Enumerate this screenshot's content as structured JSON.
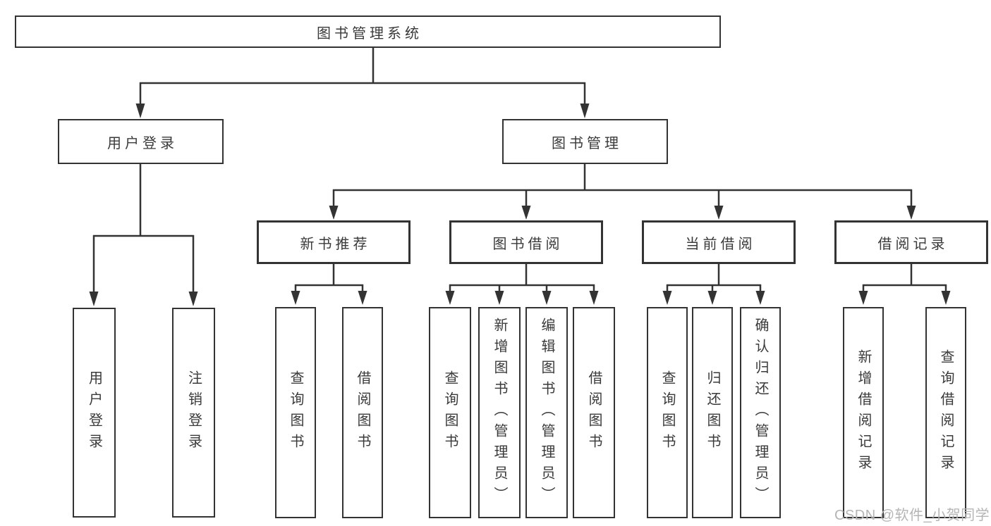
{
  "colors": {
    "line": "#333333",
    "text": "#3a3a3a",
    "watermark": "#b5b5b5",
    "background": "#ffffff"
  },
  "tree": {
    "label": "图书管理系统",
    "children": [
      {
        "label": "用户登录",
        "children": [
          {
            "label": "用户登录"
          },
          {
            "label": "注销登录"
          }
        ]
      },
      {
        "label": "图书管理",
        "children": [
          {
            "label": "新书推荐",
            "children": [
              {
                "label": "查询图书"
              },
              {
                "label": "借阅图书"
              }
            ]
          },
          {
            "label": "图书借阅",
            "children": [
              {
                "label": "查询图书"
              },
              {
                "label": "新增图书（管理员）"
              },
              {
                "label": "编辑图书（管理员）"
              },
              {
                "label": "借阅图书"
              }
            ]
          },
          {
            "label": "当前借阅",
            "children": [
              {
                "label": "查询图书"
              },
              {
                "label": "归还图书"
              },
              {
                "label": "确认归还（管理员）"
              }
            ]
          },
          {
            "label": "借阅记录",
            "children": [
              {
                "label": "新增借阅记录"
              },
              {
                "label": "查询借阅记录"
              }
            ]
          }
        ]
      }
    ]
  },
  "watermark": {
    "text": "CSDN @软件_小贺同学"
  }
}
